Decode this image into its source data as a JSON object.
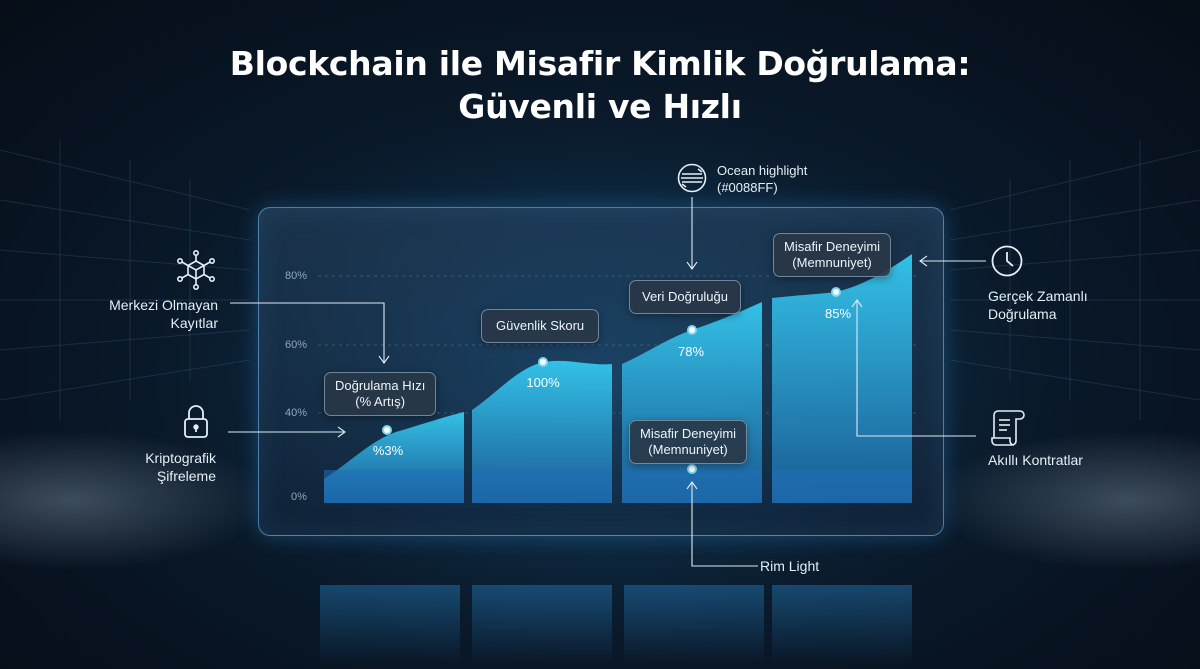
{
  "title": {
    "line1": "Blockchain ile Misafir Kimlik Doğrulama:",
    "line2": "Güvenli ve Hızlı"
  },
  "chart_data": {
    "type": "area",
    "y_ticks": [
      "0%",
      "40%",
      "60%",
      "80%"
    ],
    "grid": true,
    "segments": [
      {
        "label": "Doğrulama Hızı\n(% Artış)",
        "value_label": "%3%"
      },
      {
        "label": "Güvenlik Skoru",
        "value_label": "100%"
      },
      {
        "label": "Veri Doğruluğu",
        "value_label": "78%"
      },
      {
        "label": "Misafir Deneyimi\n(Memnuniyet)",
        "value_label": "85%"
      }
    ],
    "inner_label": "Misafir Deneyimi\n(Memnuniyet)"
  },
  "annotations": {
    "left_top": "Merkezi Olmayan\nKayıtlar",
    "left_bottom": "Kriptografik\nŞifreleme",
    "right_top": "Gerçek Zamanlı\nDoğrulama",
    "right_bottom": "Akıllı Kontratlar",
    "top": "Ocean highlight\n(#0088FF)",
    "bottom": "Rim Light"
  },
  "icons": {
    "left_top": "cube-network-icon",
    "left_bottom": "lock-icon",
    "right_top": "clock-icon",
    "right_bottom": "contract-scroll-icon",
    "top": "ocean-highlight-icon"
  },
  "colors": {
    "accent": "#0088FF",
    "area_top": "#2fc6ec",
    "area_bottom": "#1a5d9a",
    "background": "#0a1a2b"
  }
}
